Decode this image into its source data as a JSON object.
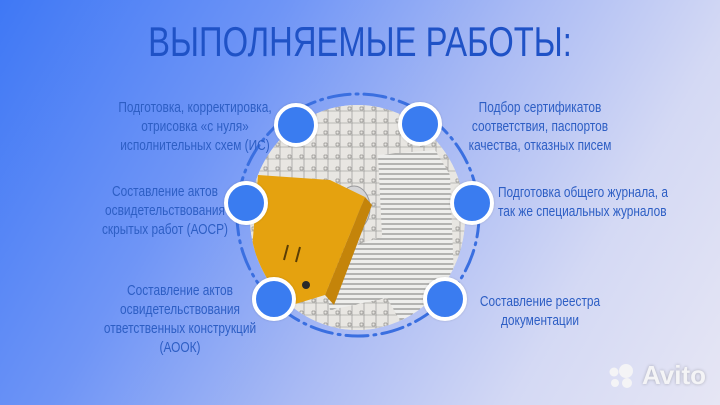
{
  "title": "ВЫПОЛНЯЕМЫЕ РАБОТЫ:",
  "colors": {
    "title": "#1f52c6",
    "text": "#2d5ec4",
    "hub_fill": "#3a7cf0",
    "hub_border": "#ffffff",
    "ring": "#3a6fe0",
    "bg_left": "#3f78f5",
    "bg_right": "#e6e6f4"
  },
  "items": [
    {
      "side": "left",
      "lines": [
        "Подготовка, корректировка,",
        "отрисовка «с нуля»",
        "исполнительных схем (ИС)"
      ]
    },
    {
      "side": "left",
      "lines": [
        "Составление актов",
        "освидетельствования",
        "скрытых работ (АОСР)"
      ]
    },
    {
      "side": "left",
      "lines": [
        "Составление актов",
        "освидетельствования",
        "ответственных конструкций",
        "(АООК)"
      ]
    },
    {
      "side": "right",
      "lines": [
        "Подбор сертификатов",
        "соответствия, паспортов",
        "качества, отказных писем"
      ]
    },
    {
      "side": "right",
      "lines": [
        "Подготовка общего журнала, а",
        "так же специальных журналов"
      ]
    },
    {
      "side": "right",
      "lines": [
        "Составление реестра",
        "документации"
      ]
    }
  ],
  "center_image": "documents-binder-and-paper-stacks-photo",
  "watermark": {
    "text": "Avito",
    "icon": "avito-logo-icon"
  }
}
